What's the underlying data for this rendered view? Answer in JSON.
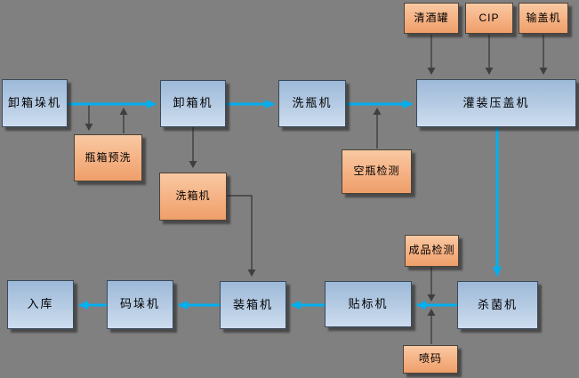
{
  "diagram": {
    "background_color": "#808080",
    "flow_arrow_color": "#00b0f0",
    "connector_arrow_color": "#3f3f3f",
    "process_box_fill": "#b7cce4",
    "aux_box_fill": "#f5b183",
    "nodes": [
      {
        "id": "depalletizer",
        "label": "卸箱垛机",
        "kind": "process"
      },
      {
        "id": "crate-prewash",
        "label": "瓶箱预洗",
        "kind": "aux"
      },
      {
        "id": "decrater",
        "label": "卸箱机",
        "kind": "process"
      },
      {
        "id": "crate-washer",
        "label": "洗箱机",
        "kind": "aux"
      },
      {
        "id": "bottle-washer",
        "label": "洗瓶机",
        "kind": "process"
      },
      {
        "id": "empty-bottle-inspection",
        "label": "空瓶检测",
        "kind": "aux"
      },
      {
        "id": "bright-beer-tank",
        "label": "清酒罐",
        "kind": "aux"
      },
      {
        "id": "cip",
        "label": "CIP",
        "kind": "aux"
      },
      {
        "id": "cap-feeder",
        "label": "输盖机",
        "kind": "aux"
      },
      {
        "id": "filler-capper",
        "label": "灌装压盖机",
        "kind": "process"
      },
      {
        "id": "finished-product-inspection",
        "label": "成品检测",
        "kind": "aux"
      },
      {
        "id": "pasteurizer",
        "label": "杀菌机",
        "kind": "process"
      },
      {
        "id": "labeler",
        "label": "贴标机",
        "kind": "process"
      },
      {
        "id": "inkjet-coder",
        "label": "喷码",
        "kind": "aux"
      },
      {
        "id": "case-packer",
        "label": "装箱机",
        "kind": "process"
      },
      {
        "id": "palletizer",
        "label": "码垛机",
        "kind": "process"
      },
      {
        "id": "warehouse",
        "label": "入库",
        "kind": "process"
      }
    ],
    "edges": [
      {
        "from": "depalletizer",
        "to": "decrater",
        "style": "flow"
      },
      {
        "from": "decrater",
        "to": "bottle-washer",
        "style": "flow"
      },
      {
        "from": "bottle-washer",
        "to": "filler-capper",
        "style": "flow"
      },
      {
        "from": "filler-capper",
        "to": "pasteurizer",
        "style": "flow"
      },
      {
        "from": "pasteurizer",
        "to": "labeler",
        "style": "flow"
      },
      {
        "from": "labeler",
        "to": "case-packer",
        "style": "flow"
      },
      {
        "from": "case-packer",
        "to": "palletizer",
        "style": "flow"
      },
      {
        "from": "palletizer",
        "to": "warehouse",
        "style": "flow"
      },
      {
        "from": "depalletizer-decrater-line",
        "to": "crate-prewash",
        "style": "connector"
      },
      {
        "from": "crate-prewash",
        "to": "depalletizer-decrater-line",
        "style": "connector"
      },
      {
        "from": "decrater",
        "to": "crate-washer",
        "style": "connector"
      },
      {
        "from": "crate-washer",
        "to": "case-packer",
        "style": "connector"
      },
      {
        "from": "empty-bottle-inspection",
        "to": "bottle-washer-filler-line",
        "style": "connector"
      },
      {
        "from": "bright-beer-tank",
        "to": "filler-capper",
        "style": "connector"
      },
      {
        "from": "cip",
        "to": "filler-capper",
        "style": "connector"
      },
      {
        "from": "cap-feeder",
        "to": "filler-capper",
        "style": "connector"
      },
      {
        "from": "finished-product-inspection",
        "to": "pasteurizer-labeler-line",
        "style": "connector"
      },
      {
        "from": "inkjet-coder",
        "to": "pasteurizer-labeler-line",
        "style": "connector"
      }
    ]
  }
}
